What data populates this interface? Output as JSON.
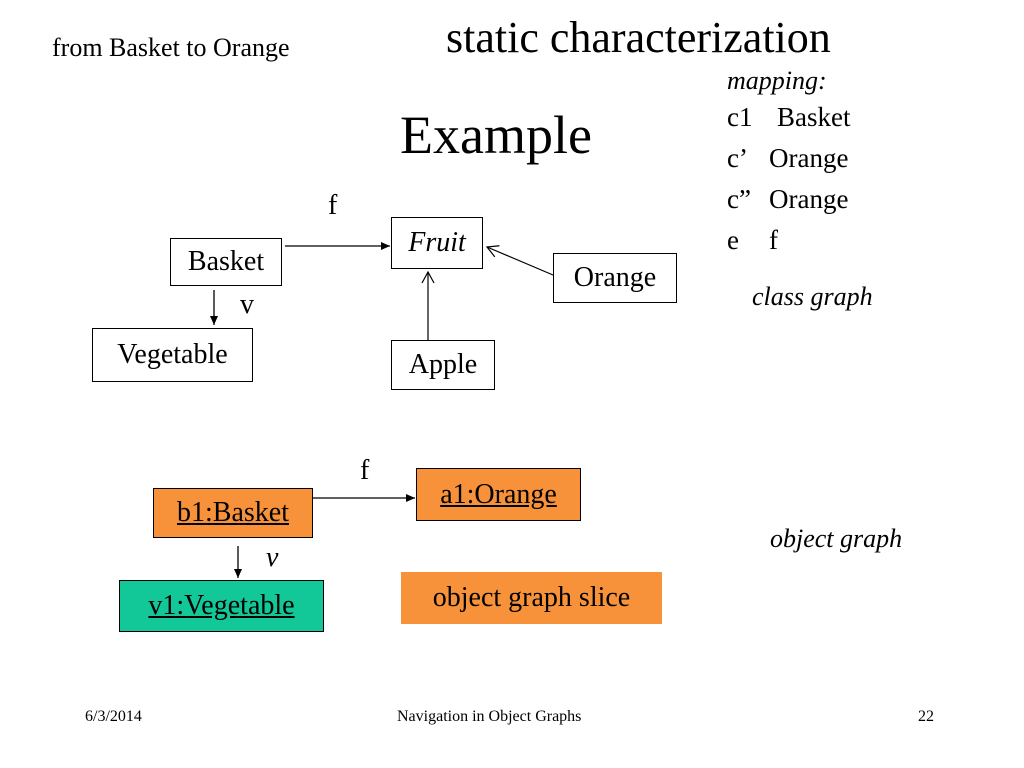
{
  "header": {
    "subtitle_left": "from Basket to Orange",
    "title_top": "static characterization",
    "title": "Example"
  },
  "mapping": {
    "heading": "mapping:",
    "rows": [
      {
        "from": "c1",
        "to": "Basket"
      },
      {
        "from": "c’",
        "to": "Orange"
      },
      {
        "from": "c”",
        "to": "Orange"
      },
      {
        "from": "e",
        "to": "f"
      }
    ]
  },
  "class_graph": {
    "label": "class graph",
    "nodes": {
      "basket": "Basket",
      "fruit": "Fruit",
      "orange": "Orange",
      "apple": "Apple",
      "vegetable": "Vegetable"
    },
    "edges": {
      "f": "f",
      "v": "v"
    }
  },
  "object_graph": {
    "label": "object graph",
    "nodes": {
      "b1": "b1:Basket",
      "a1": "a1:Orange",
      "v1": "v1:Vegetable"
    },
    "edges": {
      "f": "f",
      "v": "v"
    },
    "slice_label": "object graph slice"
  },
  "footer": {
    "date": "6/3/2014",
    "center": "Navigation in Object Graphs",
    "page": "22"
  },
  "colors": {
    "orange_fill": "#f7923a",
    "green_fill": "#12c898"
  }
}
